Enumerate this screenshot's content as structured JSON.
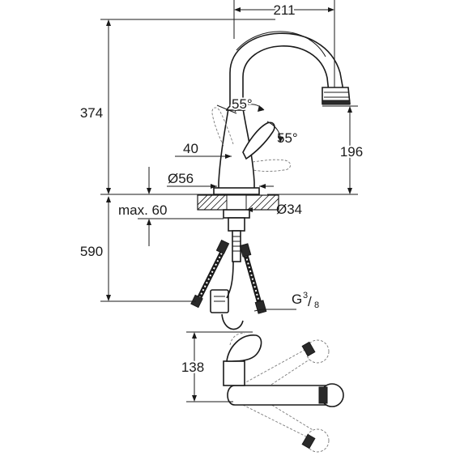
{
  "dimensions": {
    "width_top": "211",
    "total_height": "374",
    "spout_height": "196",
    "handle_angle_up": "55°",
    "handle_angle_side": "55°",
    "handle_clearance": "40",
    "base_diameter": "Ø56",
    "hole_diameter": "Ø34",
    "deck_thickness": "max. 60",
    "hose_length": "590",
    "thread_prefix": "G",
    "thread_num": "3",
    "thread_den": "8",
    "top_view_depth": "138"
  },
  "colors": {
    "line": "#1a1a1a",
    "ghost": "#7a7a7a",
    "background": "#ffffff"
  }
}
